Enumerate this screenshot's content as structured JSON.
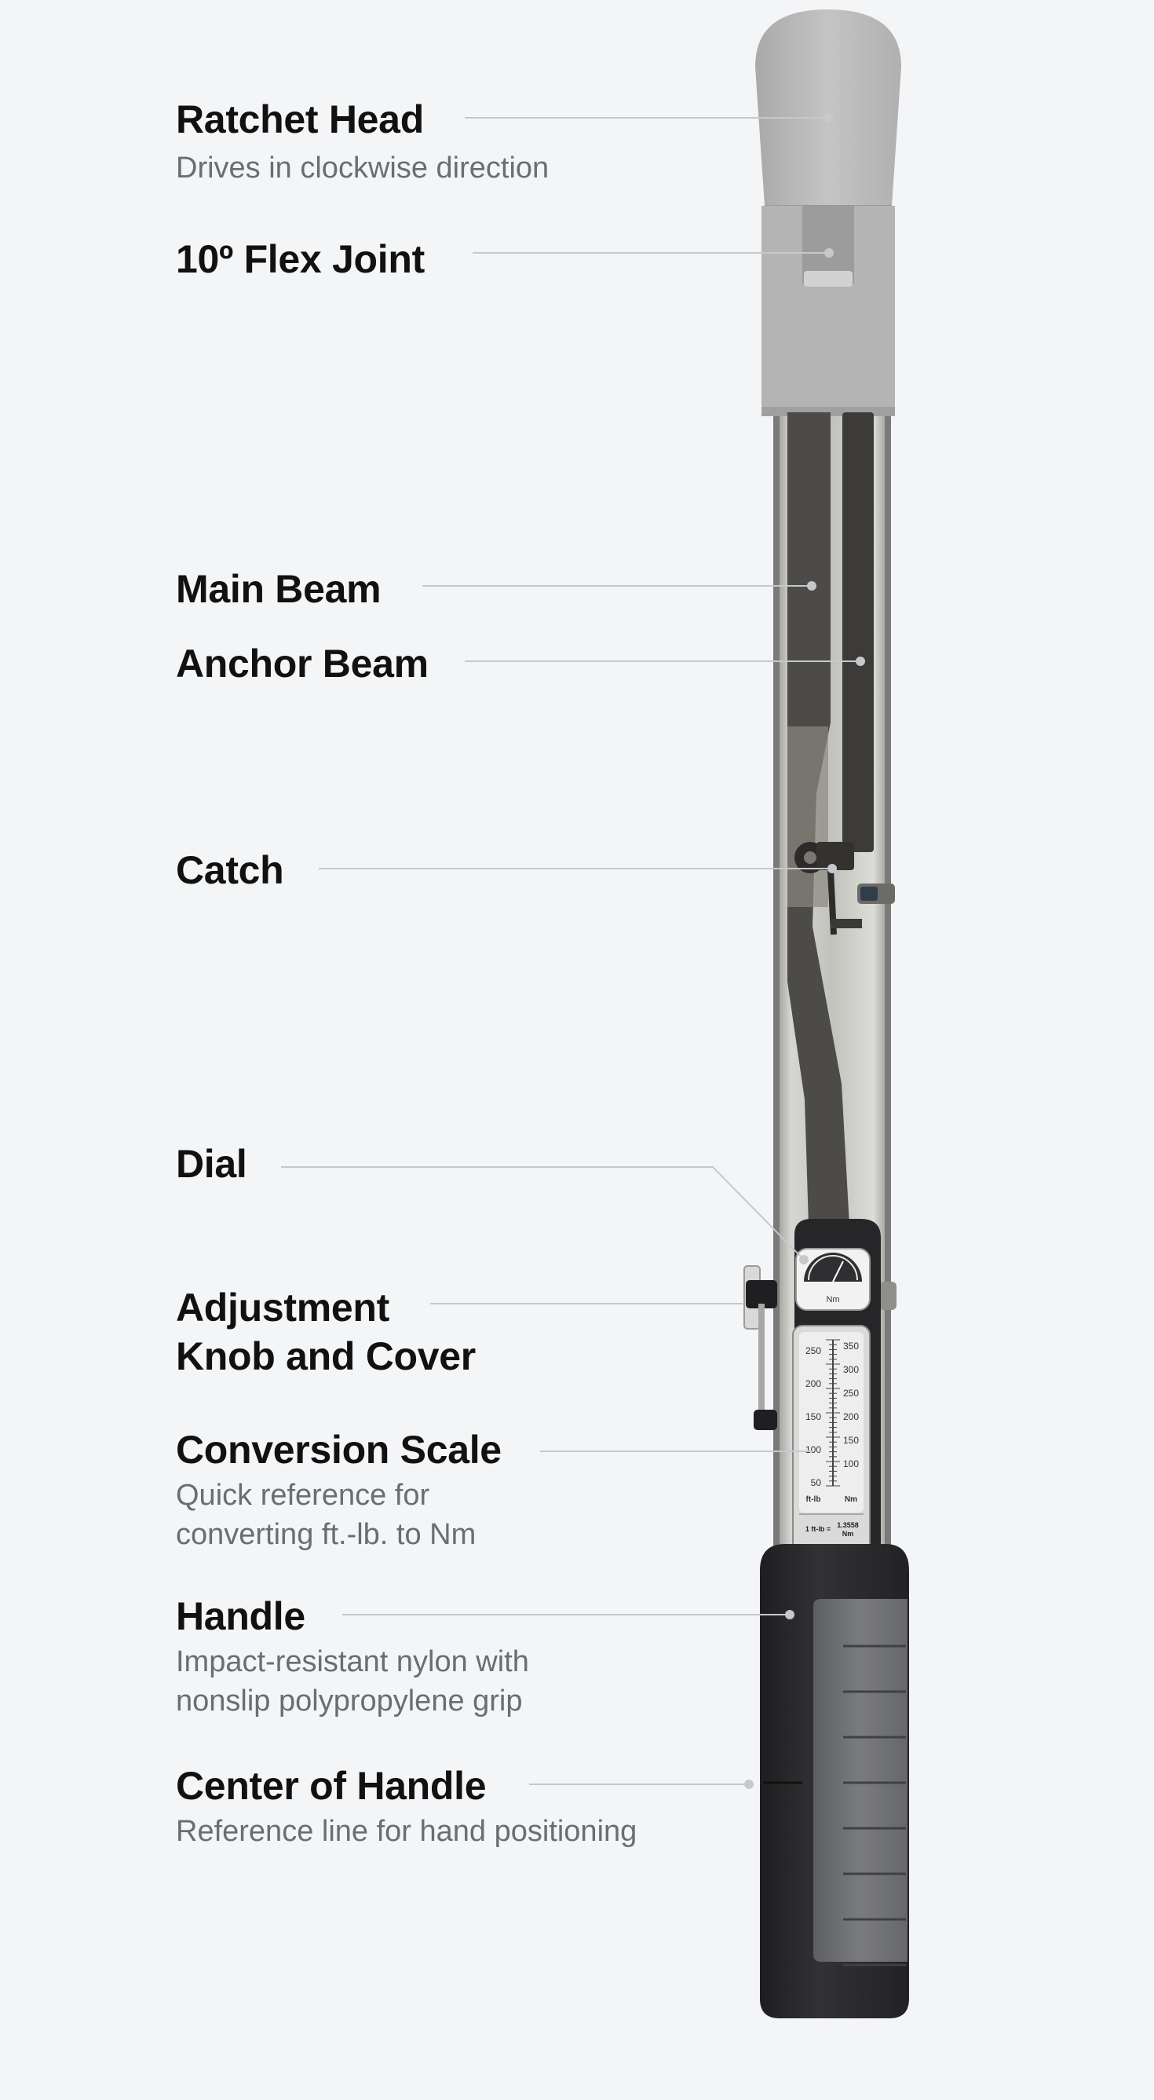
{
  "callouts": [
    {
      "id": "ratchet-head",
      "title": "Ratchet Head",
      "title2": "",
      "desc": "Drives in clockwise direction",
      "desc2": ""
    },
    {
      "id": "flex-joint",
      "title": "10º Flex Joint",
      "title2": "",
      "desc": "",
      "desc2": ""
    },
    {
      "id": "main-beam",
      "title": "Main Beam",
      "title2": "",
      "desc": "",
      "desc2": ""
    },
    {
      "id": "anchor-beam",
      "title": "Anchor Beam",
      "title2": "",
      "desc": "",
      "desc2": ""
    },
    {
      "id": "catch",
      "title": "Catch",
      "title2": "",
      "desc": "",
      "desc2": ""
    },
    {
      "id": "dial",
      "title": "Dial",
      "title2": "",
      "desc": "",
      "desc2": ""
    },
    {
      "id": "adjustment-knob",
      "title": "Adjustment",
      "title2": "Knob and Cover",
      "desc": "",
      "desc2": ""
    },
    {
      "id": "conversion-scale",
      "title": "Conversion Scale",
      "title2": "",
      "desc": "Quick reference for",
      "desc2": "converting ft.-lb. to Nm"
    },
    {
      "id": "handle",
      "title": "Handle",
      "title2": "",
      "desc": "Impact-resistant nylon with",
      "desc2": "nonslip polypropylene grip"
    },
    {
      "id": "center-of-handle",
      "title": "Center of Handle",
      "title2": "",
      "desc": "Reference line for hand positioning",
      "desc2": ""
    }
  ],
  "dial": {
    "unit": "Nm"
  },
  "scale": {
    "ftlb_ticks": [
      "250",
      "200",
      "150",
      "100",
      "50"
    ],
    "nm_ticks": [
      "350",
      "300",
      "250",
      "200",
      "150",
      "100"
    ],
    "ftlb_label": "ft-lb",
    "nm_label": "Nm",
    "conversion_left": "1 ft-lb =",
    "conversion_value": "1.3558",
    "conversion_unit": "Nm"
  },
  "colors": {
    "background": "#f4f5f7",
    "leader_line": "#c6c8cc",
    "head": "#b9b9b9",
    "handle": "#2b2b2d",
    "grip": "#6e6f72"
  }
}
